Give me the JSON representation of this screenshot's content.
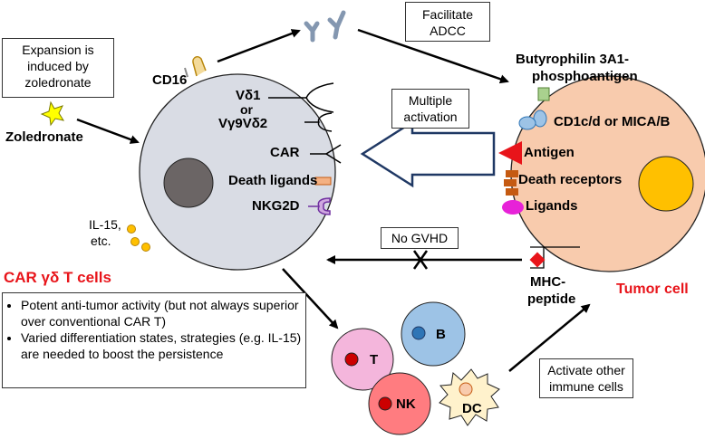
{
  "boxes": {
    "expansion": [
      "Expansion is",
      "induced by",
      "zoledronate"
    ],
    "adcc": [
      "Facilitate",
      "ADCC"
    ],
    "multiple": [
      "Multiple",
      "activation"
    ],
    "gvhd": "No GVHD",
    "activate": [
      "Activate other",
      "immune cells"
    ]
  },
  "gd_cell": {
    "title": "CAR γδ T cells",
    "labels": {
      "vd1": "Vδ1",
      "or": "or",
      "vg9vd2": "Vγ9Vδ2",
      "car": "CAR",
      "death_ligands": "Death ligands",
      "nkg2d": "NKG2D"
    }
  },
  "left_labels": {
    "cd16": "CD16",
    "zoledronate": "Zoledronate",
    "il15": "IL-15,",
    "etc": "etc."
  },
  "tumor": {
    "title": "Tumor cell",
    "butyrophilin": [
      "Butyrophilin 3A1-",
      "phosphoantigen"
    ],
    "labels": {
      "cd1": "CD1c/d or MICA/B",
      "antigen": "Antigen",
      "death_receptors": "Death receptors",
      "ligands": "Ligands"
    },
    "mhc": [
      "MHC-",
      "peptide"
    ]
  },
  "immune_cells": {
    "t": "T",
    "b": "B",
    "nk": "NK",
    "dc": "DC"
  },
  "bullets": [
    "Potent anti-tumor activity (but not always superior over conventional CAR T)",
    "Varied differentiation states, strategies (e.g. IL-15) are needed to boost the persistence"
  ],
  "colors": {
    "gd_cell": "#d9dce4",
    "tumor": "#f8cbad",
    "nucleus_gd": "#6b6565",
    "nucleus_tumor": "#ffc000",
    "red_text": "#e8141a",
    "arrow_outline": "#1f3864",
    "antibody": "#8497b0",
    "cell_t": "#f4b6dc",
    "cell_b": "#9dc3e6",
    "cell_nk": "#ff7c80",
    "cell_dc": "#fff2cc"
  }
}
